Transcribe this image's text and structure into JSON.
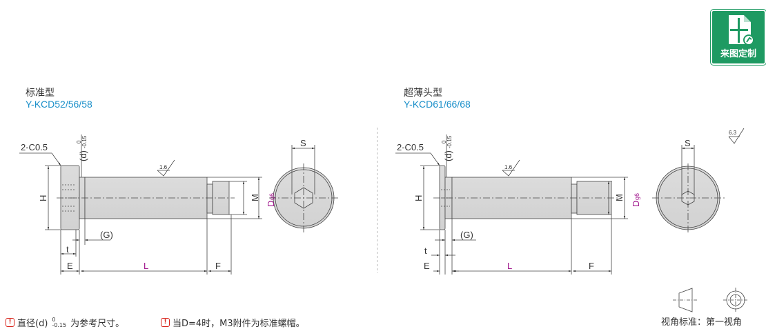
{
  "badge": {
    "label": "来图定制",
    "icon": "custom-drawing-icon",
    "color": "#1e9a62"
  },
  "left": {
    "title": "标准型",
    "model": "Y-KCD52/56/58"
  },
  "right": {
    "title": "超薄头型",
    "model": "Y-KCD61/66/68"
  },
  "dims": {
    "chamfer": "2-C0.5",
    "d": "(d)",
    "d_tol_upper": "0",
    "d_tol_lower": "-0.15",
    "roughness_shaft": "1.6",
    "roughness_general": "6.3",
    "S": "S",
    "H": "H",
    "M": "M",
    "D": "D",
    "D_sub": "g6",
    "G": "(G)",
    "t": "t",
    "E": "E",
    "L": "L",
    "F": "F"
  },
  "notes": [
    {
      "pre": "直径(d)",
      "sup": "0",
      "sub": "-0.15",
      "post": "为参考尺寸。"
    },
    {
      "text": "当D=4时，M3附件为标准螺帽。"
    }
  ],
  "view_standard": "视角标准：第一视角",
  "colors": {
    "accent_blue": "#1a8fc9",
    "magenta": "#a0148c",
    "warning_red": "#d8231a"
  }
}
